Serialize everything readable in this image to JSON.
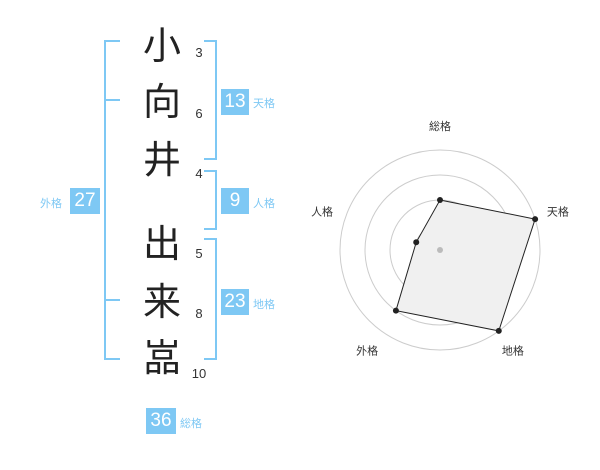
{
  "name": {
    "chars": [
      "小",
      "向",
      "井",
      "出",
      "来",
      "嵓"
    ],
    "strokes": [
      "3",
      "6",
      "4",
      "5",
      "8",
      "10"
    ]
  },
  "kakusu": {
    "tenkaku": {
      "value": "13",
      "label": "天格"
    },
    "jinkaku": {
      "value": "9",
      "label": "人格"
    },
    "chikaku": {
      "value": "23",
      "label": "地格"
    },
    "gaikaku": {
      "value": "27",
      "label": "外格"
    },
    "soukaku": {
      "value": "36",
      "label": "総格"
    }
  },
  "radar": {
    "axes": [
      "総格",
      "天格",
      "地格",
      "外格",
      "人格"
    ],
    "levels": 4,
    "values": [
      2,
      4,
      4,
      3,
      1
    ],
    "max": 4,
    "fill_color": "#f0f0f0",
    "line_color": "#222222",
    "grid_color": "#cccccc"
  },
  "colors": {
    "accent": "#7ec8f4"
  }
}
